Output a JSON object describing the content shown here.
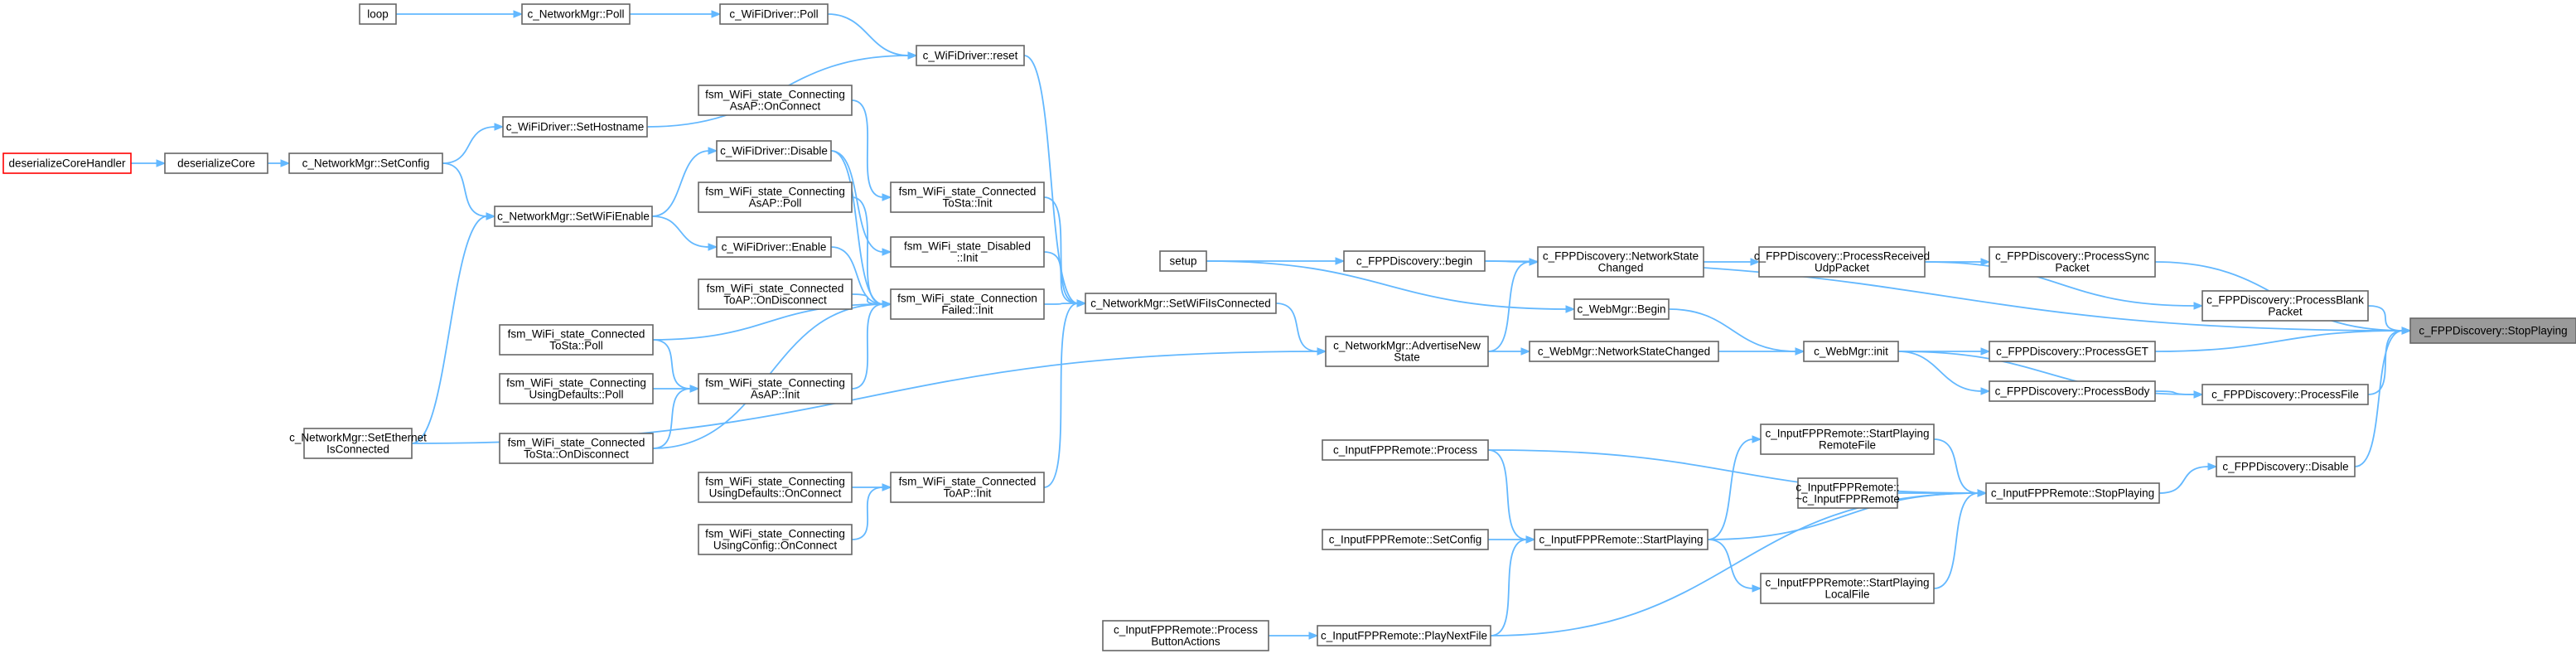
{
  "nodes": {
    "stopPlaying": [
      "c_FPPDiscovery::StopPlaying"
    ],
    "processSync": [
      "c_FPPDiscovery::ProcessSync",
      "Packet"
    ],
    "processBlank": [
      "c_FPPDiscovery::ProcessBlank",
      "Packet"
    ],
    "processGET": [
      "c_FPPDiscovery::ProcessGET"
    ],
    "processFile": [
      "c_FPPDiscovery::ProcessFile"
    ],
    "disable": [
      "c_FPPDiscovery::Disable"
    ],
    "remoteStopPlaying": [
      "c_InputFPPRemote::StopPlaying"
    ],
    "processReceived": [
      "c_FPPDiscovery::ProcessReceived",
      "UdpPacket"
    ],
    "webMgrInit": [
      "c_WebMgr::init"
    ],
    "processBody": [
      "c_FPPDiscovery::ProcessBody"
    ],
    "startPlayingRemoteFile": [
      "c_InputFPPRemote::StartPlaying",
      "RemoteFile"
    ],
    "remoteDestructor": [
      "c_InputFPPRemote::",
      "~c_InputFPPRemote"
    ],
    "remoteStartPlaying": [
      "c_InputFPPRemote::StartPlaying"
    ],
    "startPlayingLocalFile": [
      "c_InputFPPRemote::StartPlaying",
      "LocalFile"
    ],
    "networkStateChanged": [
      "c_FPPDiscovery::NetworkState",
      "Changed"
    ],
    "webMgrBegin": [
      "c_WebMgr::Begin"
    ],
    "webMgrNetworkStateChanged": [
      "c_WebMgr::NetworkStateChanged"
    ],
    "remoteProcess": [
      "c_InputFPPRemote::Process"
    ],
    "remoteSetConfig": [
      "c_InputFPPRemote::SetConfig"
    ],
    "playNextFile": [
      "c_InputFPPRemote::PlayNextFile"
    ],
    "fppBegin": [
      "c_FPPDiscovery::begin"
    ],
    "advertiseNewState": [
      "c_NetworkMgr::AdvertiseNew",
      "State"
    ],
    "processButtonActions": [
      "c_InputFPPRemote::Process",
      "ButtonActions"
    ],
    "setup": [
      "setup"
    ],
    "setWiFiIsConnected": [
      "c_NetworkMgr::SetWiFiIsConnected"
    ],
    "wifiDriverReset": [
      "c_WiFiDriver::reset"
    ],
    "connectedToStaInit": [
      "fsm_WiFi_state_Connected",
      "ToSta::Init"
    ],
    "disabledInit": [
      "fsm_WiFi_state_Disabled",
      "::Init"
    ],
    "connectionFailedInit": [
      "fsm_WiFi_state_Connection",
      "Failed::Init"
    ],
    "connectedToApInit": [
      "fsm_WiFi_state_Connected",
      "ToAP::Init"
    ],
    "wifiDriverPoll": [
      "c_WiFiDriver::Poll"
    ],
    "connectingAsApOnConnect": [
      "fsm_WiFi_state_Connecting",
      "AsAP::OnConnect"
    ],
    "wifiDriverDisable": [
      "c_WiFiDriver::Disable"
    ],
    "connectingAsApPoll": [
      "fsm_WiFi_state_Connecting",
      "AsAP::Poll"
    ],
    "wifiDriverEnable": [
      "c_WiFiDriver::Enable"
    ],
    "connectedToApOnDisconnect": [
      "fsm_WiFi_state_Connected",
      "ToAP::OnDisconnect"
    ],
    "connectingAsApInit": [
      "fsm_WiFi_state_Connecting",
      "AsAP::Init"
    ],
    "connectingUsingDefaultsOnConnect": [
      "fsm_WiFi_state_Connecting",
      "UsingDefaults::OnConnect"
    ],
    "connectingUsingConfigOnConnect": [
      "fsm_WiFi_state_Connecting",
      "UsingConfig::OnConnect"
    ],
    "networkMgrPoll": [
      "c_NetworkMgr::Poll"
    ],
    "setHostname": [
      "c_WiFiDriver::SetHostname"
    ],
    "setWiFiEnable": [
      "c_NetworkMgr::SetWiFiEnable"
    ],
    "connectedToStaPoll": [
      "fsm_WiFi_state_Connected",
      "ToSta::Poll"
    ],
    "connectingUsingDefaultsPoll": [
      "fsm_WiFi_state_Connecting",
      "UsingDefaults::Poll"
    ],
    "connectedToStaOnDisconnect": [
      "fsm_WiFi_state_Connected",
      "ToSta::OnDisconnect"
    ],
    "setEthernetIsConnected": [
      "c_NetworkMgr::SetEthernet",
      "IsConnected"
    ],
    "loop": [
      "loop"
    ],
    "setConfig": [
      "c_NetworkMgr::SetConfig"
    ],
    "deserializeCore": [
      "deserializeCore"
    ],
    "deserializeCoreHandler": [
      "deserializeCoreHandler"
    ]
  },
  "edges": [
    [
      "processSync",
      "stopPlaying"
    ],
    [
      "processBlank",
      "stopPlaying"
    ],
    [
      "processGET",
      "stopPlaying"
    ],
    [
      "processFile",
      "stopPlaying"
    ],
    [
      "disable",
      "stopPlaying"
    ],
    [
      "fppBegin",
      "stopPlaying"
    ],
    [
      "remoteStopPlaying",
      "disable"
    ],
    [
      "processReceived",
      "processSync"
    ],
    [
      "processReceived",
      "processBlank"
    ],
    [
      "webMgrInit",
      "processGET"
    ],
    [
      "processBody",
      "processFile"
    ],
    [
      "webMgrInit",
      "processFile"
    ],
    [
      "startPlayingRemoteFile",
      "remoteStopPlaying"
    ],
    [
      "remoteDestructor",
      "remoteStopPlaying"
    ],
    [
      "remoteStartPlaying",
      "remoteStopPlaying"
    ],
    [
      "startPlayingLocalFile",
      "remoteStopPlaying"
    ],
    [
      "remoteProcess",
      "remoteStopPlaying"
    ],
    [
      "playNextFile",
      "remoteStopPlaying"
    ],
    [
      "networkStateChanged",
      "processReceived"
    ],
    [
      "webMgrBegin",
      "webMgrInit"
    ],
    [
      "webMgrNetworkStateChanged",
      "webMgrInit"
    ],
    [
      "webMgrInit",
      "processBody"
    ],
    [
      "remoteStartPlaying",
      "startPlayingRemoteFile"
    ],
    [
      "remoteStartPlaying",
      "startPlayingLocalFile"
    ],
    [
      "remoteProcess",
      "remoteStartPlaying"
    ],
    [
      "remoteSetConfig",
      "remoteStartPlaying"
    ],
    [
      "playNextFile",
      "remoteStartPlaying"
    ],
    [
      "fppBegin",
      "networkStateChanged"
    ],
    [
      "advertiseNewState",
      "networkStateChanged"
    ],
    [
      "advertiseNewState",
      "webMgrNetworkStateChanged"
    ],
    [
      "setup",
      "fppBegin"
    ],
    [
      "setup",
      "webMgrBegin"
    ],
    [
      "setWiFiIsConnected",
      "advertiseNewState"
    ],
    [
      "setEthernetIsConnected",
      "advertiseNewState"
    ],
    [
      "processButtonActions",
      "playNextFile"
    ],
    [
      "connectedToStaInit",
      "setWiFiIsConnected"
    ],
    [
      "disabledInit",
      "setWiFiIsConnected"
    ],
    [
      "connectionFailedInit",
      "setWiFiIsConnected"
    ],
    [
      "connectedToApInit",
      "setWiFiIsConnected"
    ],
    [
      "wifiDriverReset",
      "setWiFiIsConnected"
    ],
    [
      "wifiDriverPoll",
      "wifiDriverReset"
    ],
    [
      "setHostname",
      "wifiDriverReset"
    ],
    [
      "connectingAsApOnConnect",
      "connectedToStaInit"
    ],
    [
      "wifiDriverDisable",
      "disabledInit"
    ],
    [
      "wifiDriverDisable",
      "connectionFailedInit"
    ],
    [
      "connectingAsApPoll",
      "connectionFailedInit"
    ],
    [
      "wifiDriverEnable",
      "connectionFailedInit"
    ],
    [
      "connectedToApOnDisconnect",
      "connectionFailedInit"
    ],
    [
      "connectedToStaPoll",
      "connectionFailedInit"
    ],
    [
      "connectingAsApInit",
      "connectionFailedInit"
    ],
    [
      "connectedToStaOnDisconnect",
      "connectionFailedInit"
    ],
    [
      "connectingUsingDefaultsOnConnect",
      "connectedToApInit"
    ],
    [
      "connectingUsingConfigOnConnect",
      "connectedToApInit"
    ],
    [
      "networkMgrPoll",
      "wifiDriverPoll"
    ],
    [
      "setWiFiEnable",
      "wifiDriverDisable"
    ],
    [
      "setWiFiEnable",
      "wifiDriverEnable"
    ],
    [
      "connectedToStaPoll",
      "connectingAsApInit"
    ],
    [
      "connectingUsingDefaultsPoll",
      "connectingAsApInit"
    ],
    [
      "connectedToStaOnDisconnect",
      "connectingAsApInit"
    ],
    [
      "setConfig",
      "setHostname"
    ],
    [
      "setConfig",
      "setWiFiEnable"
    ],
    [
      "setEthernetIsConnected",
      "setWiFiEnable"
    ],
    [
      "loop",
      "networkMgrPoll"
    ],
    [
      "deserializeCore",
      "setConfig"
    ],
    [
      "deserializeCoreHandler",
      "deserializeCore"
    ]
  ],
  "colors": {
    "edge": "#63b8ff",
    "node_border": "#666666",
    "root_fill": "#9a9a9a",
    "truncated_border": "#ff0000"
  }
}
